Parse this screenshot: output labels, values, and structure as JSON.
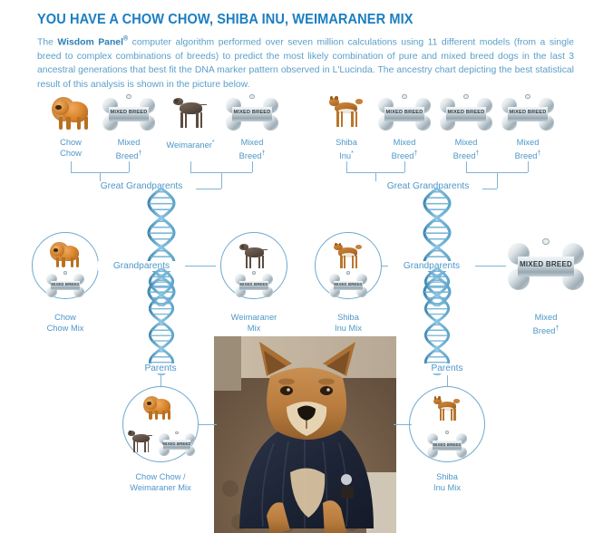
{
  "header": {
    "title": "YOU HAVE A CHOW CHOW, SHIBA INU, WEIMARANER MIX",
    "intro_before_brand": "The ",
    "brand": "Wisdom Panel",
    "brand_sup": "®",
    "intro_after_brand": " computer algorithm performed over seven million calculations using 11 different models (from a single breed to complex combinations of breeds) to predict the most likely combination of pure and mixed breed dogs in the last 3 ancestral generations that best fit the DNA marker pattern observed in L'Lucinda. The ancestry chart depicting the best statistical result of this analysis is shown in the picture below."
  },
  "generation_labels": {
    "great_grandparents_left": "Great Grandparents",
    "great_grandparents_right": "Great Grandparents",
    "grandparents_left": "Grandparents",
    "grandparents_right": "Grandparents",
    "parents_left": "Parents",
    "parents_right": "Parents"
  },
  "tag_text": "MIXED BREED",
  "great_grandparents": [
    {
      "line1": "Chow",
      "line2": "Chow",
      "sup": "",
      "icon": "chow-chow-dog"
    },
    {
      "line1": "Mixed",
      "line2": "Breed",
      "sup": "†",
      "icon": "mixed-breed-tag"
    },
    {
      "line1": "",
      "line2": "Weimaraner",
      "sup": "*",
      "icon": "weimaraner-dog"
    },
    {
      "line1": "Mixed",
      "line2": "Breed",
      "sup": "†",
      "icon": "mixed-breed-tag"
    },
    {
      "line1": "Shiba",
      "line2": "Inu",
      "sup": "*",
      "icon": "shiba-inu-dog"
    },
    {
      "line1": "Mixed",
      "line2": "Breed",
      "sup": "†",
      "icon": "mixed-breed-tag"
    },
    {
      "line1": "Mixed",
      "line2": "Breed",
      "sup": "†",
      "icon": "mixed-breed-tag"
    },
    {
      "line1": "Mixed",
      "line2": "Breed",
      "sup": "†",
      "icon": "mixed-breed-tag"
    }
  ],
  "grandparents": [
    {
      "line1": "Chow",
      "line2": "Chow Mix",
      "sup": "",
      "kind": "circle"
    },
    {
      "line1": "Weimaraner",
      "line2": "Mix",
      "sup": "",
      "kind": "circle"
    },
    {
      "line1": "Shiba",
      "line2": "Inu Mix",
      "sup": "",
      "kind": "circle"
    },
    {
      "line1": "Mixed",
      "line2": "Breed",
      "sup": "†",
      "kind": "tag"
    }
  ],
  "parents": [
    {
      "line1": "Chow Chow /",
      "line2": "Weimaraner Mix"
    },
    {
      "line1": "Shiba",
      "line2": "Inu Mix"
    }
  ],
  "colors": {
    "title": "#1b7ec2",
    "body_text": "#5a9fc9",
    "label_text": "#4e97c8",
    "line": "#7fb4d6",
    "background": "#ffffff"
  }
}
